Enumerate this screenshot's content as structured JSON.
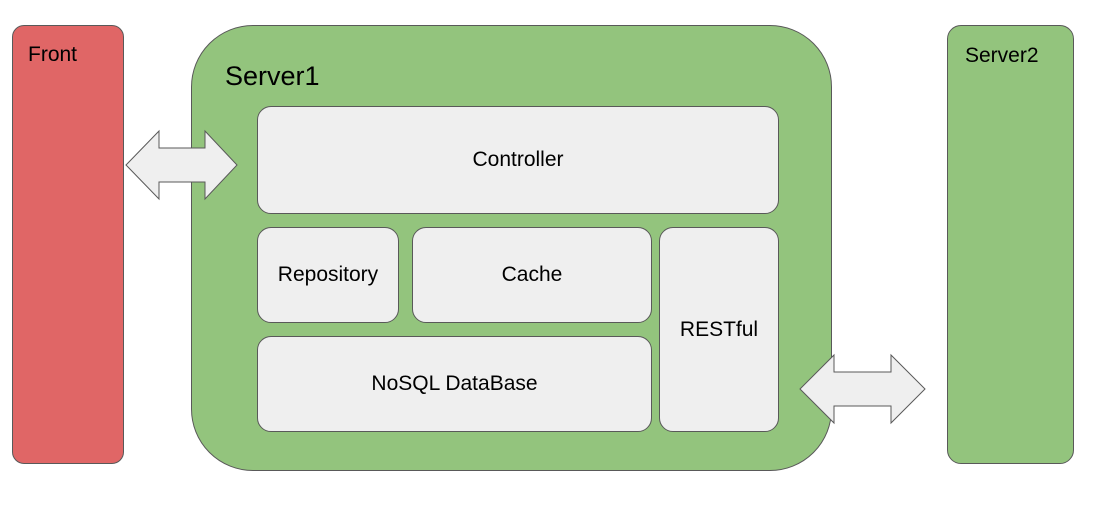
{
  "diagram": {
    "front": {
      "label": "Front"
    },
    "server1": {
      "label": "Server1",
      "components": {
        "controller": "Controller",
        "repository": "Repository",
        "cache": "Cache",
        "restful": "RESTful",
        "nosql": "NoSQL DataBase"
      }
    },
    "server2": {
      "label": "Server2"
    }
  },
  "colors": {
    "front": "#e06666",
    "server": "#93c47d",
    "component": "#efefef",
    "arrow": "#efefef",
    "outline": "#595959"
  },
  "connections": [
    {
      "from": "Front",
      "to": "Controller",
      "direction": "bidirectional"
    },
    {
      "from": "RESTful",
      "to": "Server2",
      "direction": "bidirectional"
    }
  ]
}
